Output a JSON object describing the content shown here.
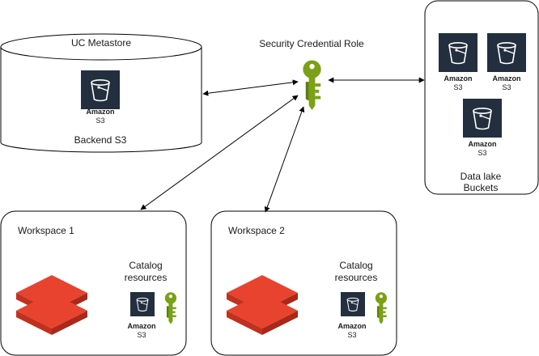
{
  "metastore": {
    "title": "UC Metastore",
    "s3_label_1": "Amazon",
    "s3_label_2": "S3",
    "caption": "Backend S3"
  },
  "security": {
    "title": "Security Credential Role"
  },
  "datalake": {
    "buckets": [
      {
        "label_1": "Amazon",
        "label_2": "S3"
      },
      {
        "label_1": "Amazon",
        "label_2": "S3"
      },
      {
        "label_1": "Amazon",
        "label_2": "S3"
      }
    ],
    "caption_1": "Data lake",
    "caption_2": "Buckets"
  },
  "workspaces": [
    {
      "title": "Workspace 1",
      "catalog_1": "Catalog",
      "catalog_2": "resources",
      "s3_label_1": "Amazon",
      "s3_label_2": "S3"
    },
    {
      "title": "Workspace 2",
      "catalog_1": "Catalog",
      "catalog_2": "resources",
      "s3_label_1": "Amazon",
      "s3_label_2": "S3"
    }
  ],
  "colors": {
    "s3_tile": "#232f3e",
    "key_green": "#7aa116",
    "databricks_red": "#e8432e",
    "databricks_dark": "#b8261a",
    "stroke": "#000000"
  }
}
